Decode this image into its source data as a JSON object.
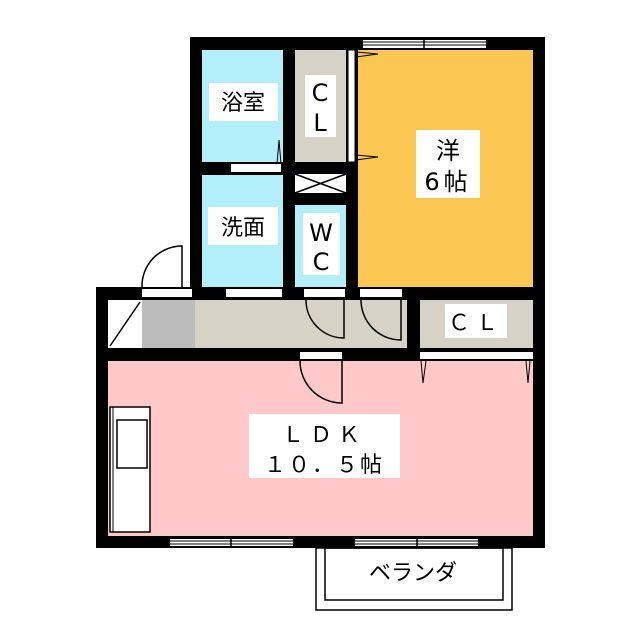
{
  "floorplan": {
    "rooms": {
      "bath": {
        "label": "浴室"
      },
      "closet_top": {
        "line1": "C",
        "line2": "L"
      },
      "western": {
        "line1": "洋",
        "line2": "6帖"
      },
      "washroom": {
        "label": "洗面"
      },
      "toilet": {
        "line1": "W",
        "line2": "C"
      },
      "closet_right": {
        "label": "ＣＬ"
      },
      "ldk": {
        "line1": "ＬＤＫ",
        "line2": "１０．５帖"
      },
      "balcony": {
        "label": "ベランダ"
      }
    },
    "colors": {
      "wall": "#000000",
      "wet_area": "#b3eefb",
      "storage": "#d6d3c6",
      "western_room": "#fcc653",
      "ldk": "#ffc9c9",
      "entry_floor": "#bcbcbc"
    }
  }
}
